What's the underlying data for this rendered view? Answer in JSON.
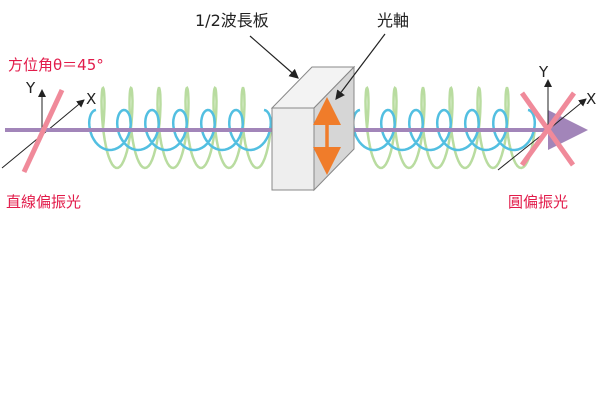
{
  "labels": {
    "half_wave_plate": "1/2波長板",
    "optic_axis": "光軸",
    "azimuth": "方位角θ＝45°",
    "linear_polarization": "直線偏振光",
    "circular_polarization": "圓偏振光",
    "axis_x_left": "X",
    "axis_y_left": "Y",
    "axis_x_right": "X",
    "axis_y_right": "Y"
  },
  "colors": {
    "beam": "#a285b9",
    "wave_green": "#b9dca0",
    "wave_blue": "#52bfe1",
    "polarizer": "#f08a9a",
    "plate_face": "#eeeeee",
    "plate_side": "#d6d6d6",
    "optic_axis_arrow": "#f07c2a",
    "label_red": "#e21b4a",
    "label_dark": "#222222"
  },
  "icons": {
    "beam": "propagation-arrow",
    "plate": "half-wave-plate-box",
    "optic_axis": "double-headed-arrow"
  }
}
